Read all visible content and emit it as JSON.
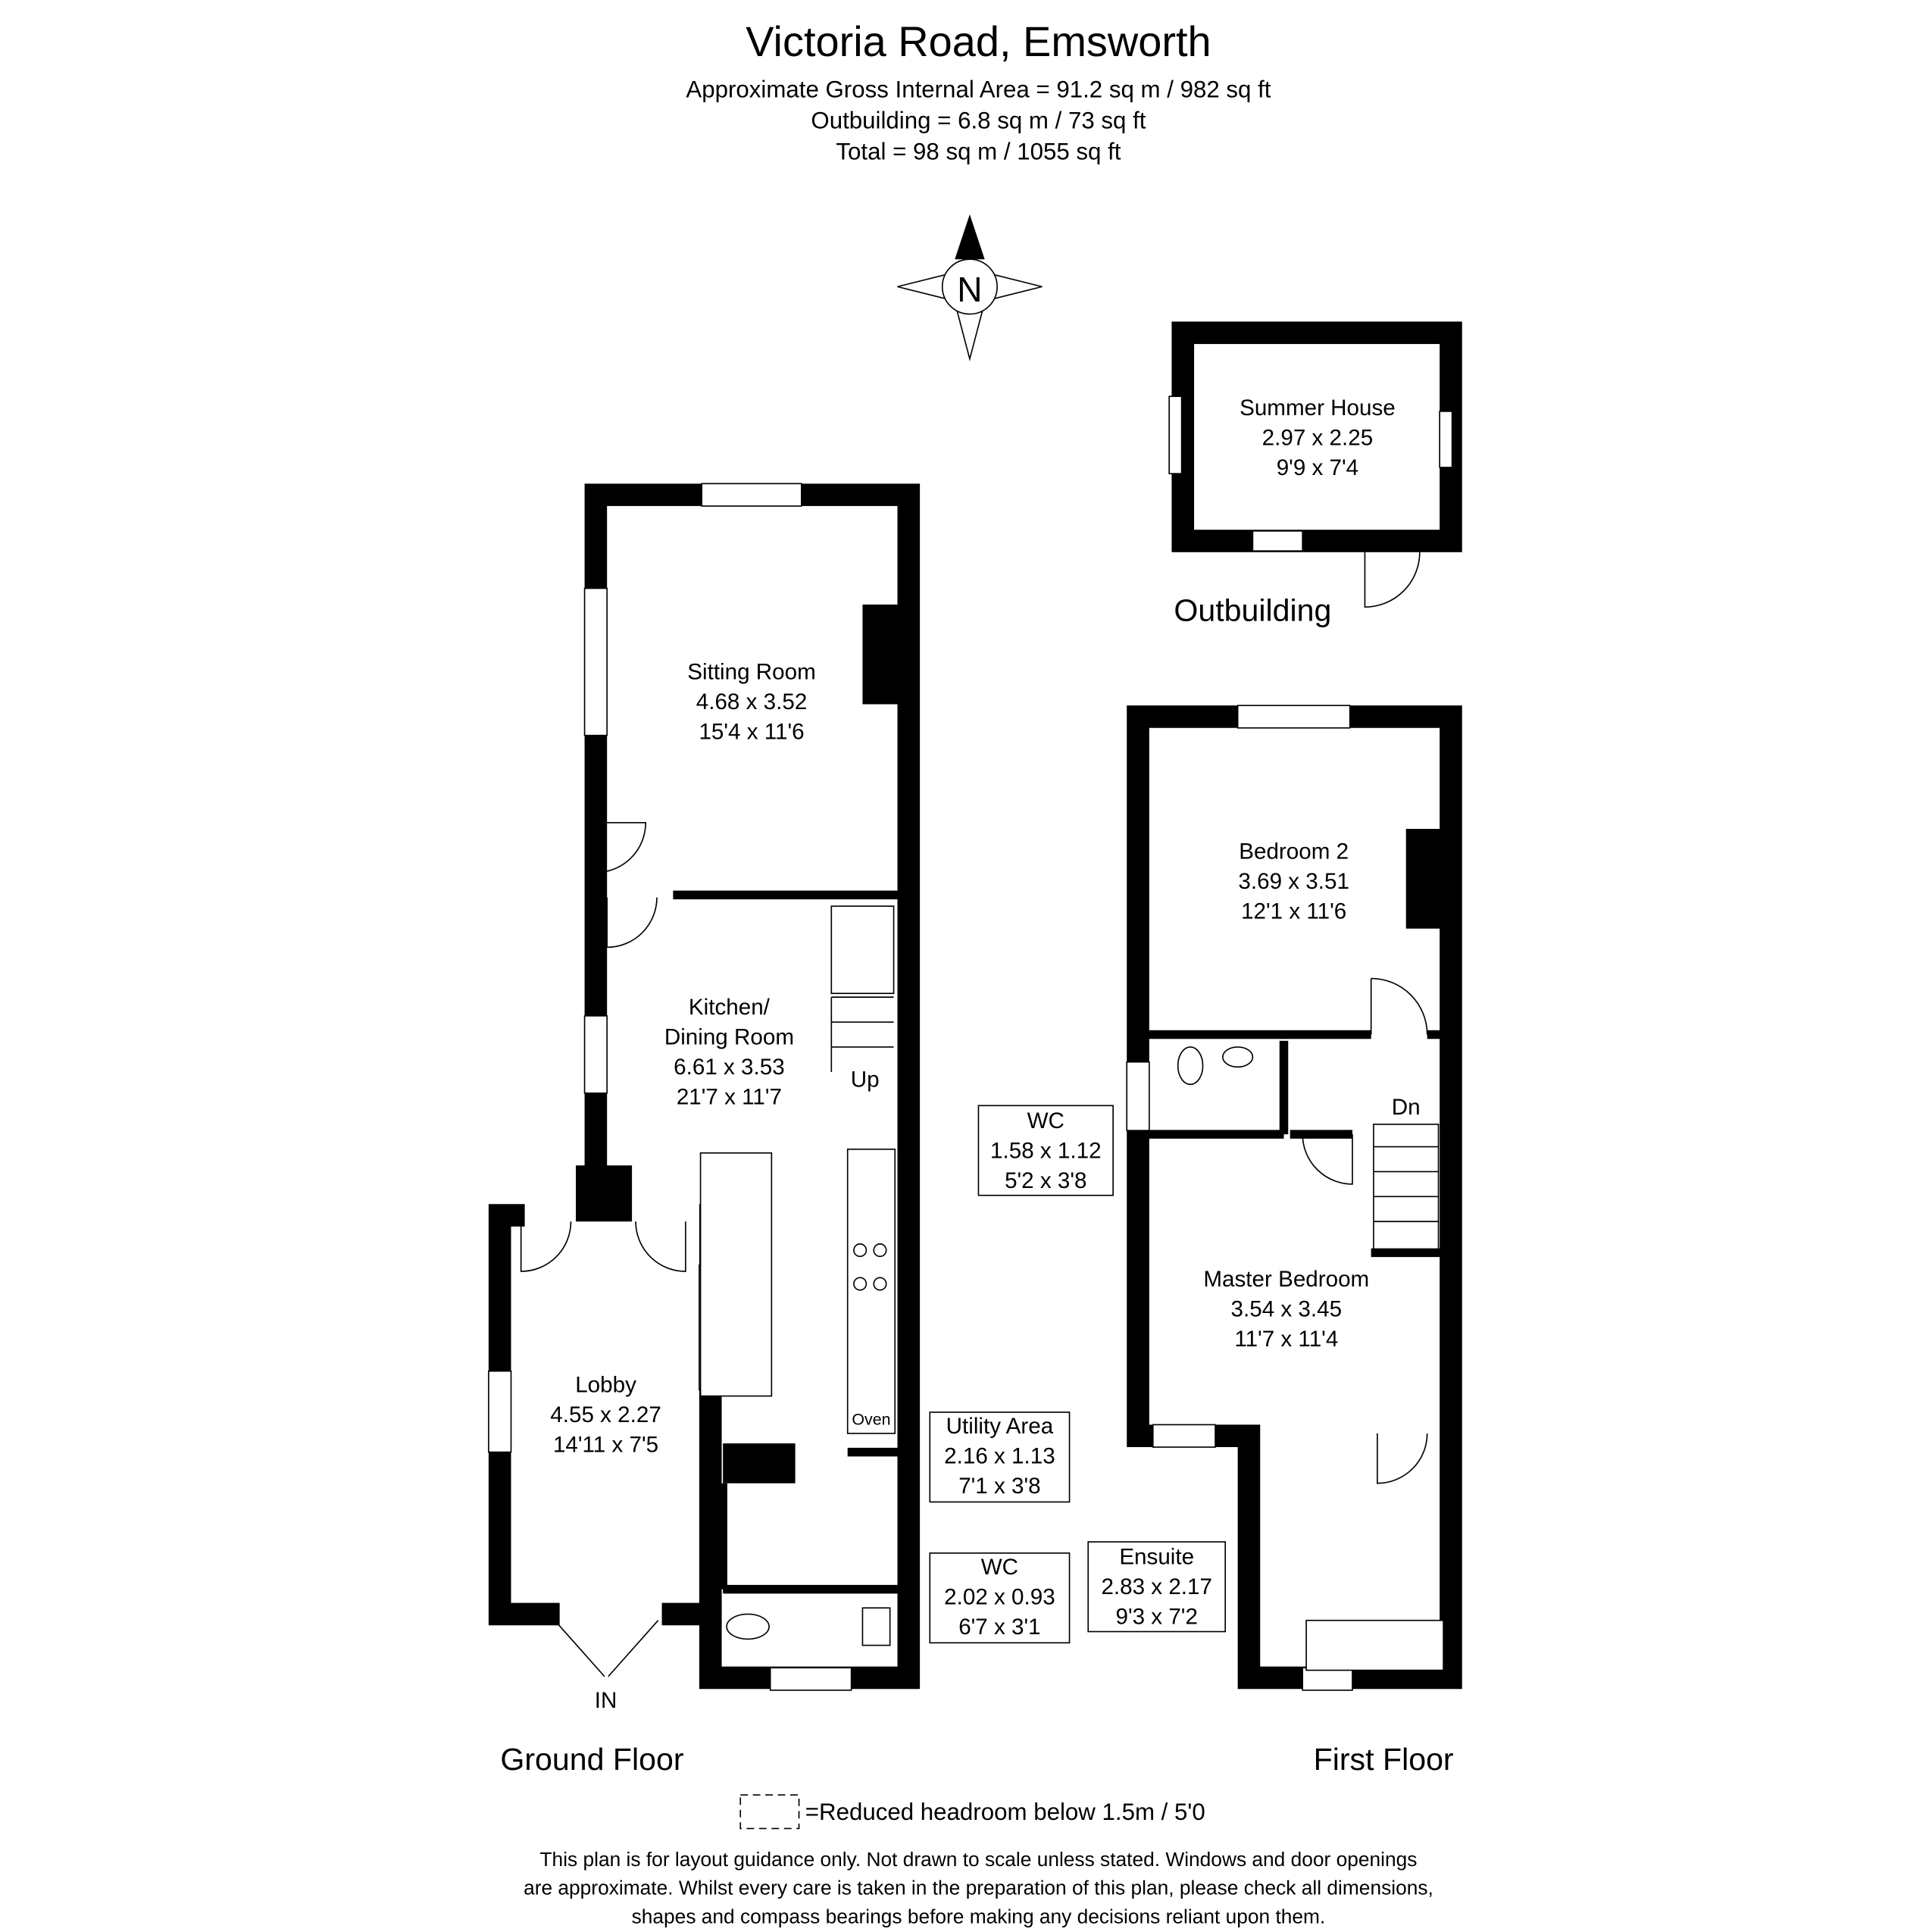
{
  "header": {
    "title": "Victoria Road, Emsworth",
    "gross_area": "Approximate Gross Internal Area = 91.2 sq m / 982 sq ft",
    "outbuilding_area": "Outbuilding = 6.8 sq m / 73 sq ft",
    "total_area": "Total = 98 sq m / 1055 sq ft"
  },
  "compass": {
    "label": "N"
  },
  "rooms": {
    "sitting": {
      "name": "Sitting Room",
      "metric": "4.68 x 3.52",
      "imperial": "15'4 x 11'6"
    },
    "kitchen": {
      "name1": "Kitchen/",
      "name2": "Dining Room",
      "metric": "6.61 x 3.53",
      "imperial": "21'7 x 11'7"
    },
    "lobby": {
      "name": "Lobby",
      "metric": "4.55 x 2.27",
      "imperial": "14'11 x 7'5"
    },
    "utility": {
      "name": "Utility Area",
      "metric": "2.16 x 1.13",
      "imperial": "7'1 x 3'8"
    },
    "wc_ground": {
      "name": "WC",
      "metric": "2.02 x 0.93",
      "imperial": "6'7 x 3'1"
    },
    "summer_house": {
      "name": "Summer House",
      "metric": "2.97 x 2.25",
      "imperial": "9'9 x 7'4"
    },
    "bedroom2": {
      "name": "Bedroom 2",
      "metric": "3.69 x 3.51",
      "imperial": "12'1 x 11'6"
    },
    "wc_first": {
      "name": "WC",
      "metric": "1.58 x 1.12",
      "imperial": "5'2 x 3'8"
    },
    "master": {
      "name": "Master Bedroom",
      "metric": "3.54 x 3.45",
      "imperial": "11'7 x 11'4"
    },
    "ensuite": {
      "name": "Ensuite",
      "metric": "2.83 x 2.17",
      "imperial": "9'3 x 7'2"
    }
  },
  "labels": {
    "up": "Up",
    "dn": "Dn",
    "oven": "Oven",
    "in": "IN",
    "ground_floor": "Ground Floor",
    "first_floor": "First Floor",
    "outbuilding": "Outbuilding",
    "headroom": "=Reduced headroom below 1.5m / 5'0"
  },
  "disclaimer": [
    "This plan is for layout guidance only. Not drawn to scale unless stated. Windows and door openings",
    "are approximate. Whilst every care is taken in the preparation of this plan, please check all dimensions,",
    "shapes and compass bearings before making any decisions reliant upon them."
  ]
}
